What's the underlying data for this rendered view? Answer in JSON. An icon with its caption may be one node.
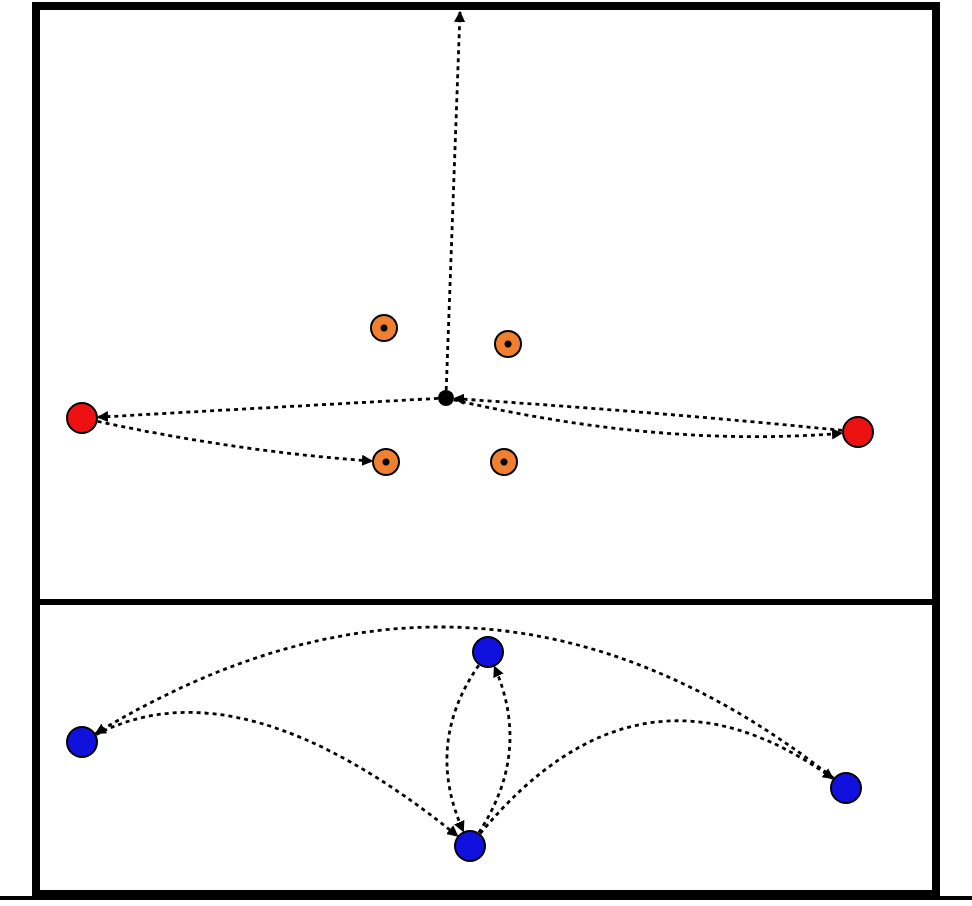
{
  "diagram": {
    "nodes": [
      {
        "text": [],
        "shape": "circle"
      },
      {
        "text": [],
        "shape": "circle"
      },
      {
        "text": [],
        "shape": "circle"
      },
      {
        "text": [],
        "shape": "circle"
      },
      {
        "text": [],
        "shape": "circle"
      },
      {
        "text": [],
        "shape": "circle"
      },
      {
        "text": [],
        "shape": "circle"
      },
      {
        "text": [],
        "shape": "circle"
      },
      {
        "text": [],
        "shape": "circle"
      },
      {
        "text": [],
        "shape": "circle"
      },
      {
        "text": [],
        "shape": "circle"
      }
    ],
    "edges": [
      {
        "from": 6,
        "to": null,
        "arrow": "to",
        "style": "dashed"
      },
      {
        "from": 6,
        "to": 0,
        "arrow": "to",
        "style": "dashed"
      },
      {
        "from": 0,
        "to": 4,
        "arrow": "to",
        "style": "dashed"
      },
      {
        "from": 1,
        "to": 6,
        "arrow": "to",
        "style": "dashed"
      },
      {
        "from": 6,
        "to": 1,
        "arrow": "to",
        "style": "dashed"
      },
      {
        "from": 10,
        "to": 7,
        "arrow": "to",
        "style": "dashed"
      },
      {
        "from": 7,
        "to": 9,
        "arrow": "to",
        "style": "dashed"
      },
      {
        "from": 8,
        "to": 9,
        "arrow": "to",
        "style": "dashed"
      },
      {
        "from": 9,
        "to": 8,
        "arrow": "to",
        "style": "dashed"
      },
      {
        "from": 9,
        "to": 10,
        "arrow": "to",
        "style": "dashed"
      }
    ]
  }
}
